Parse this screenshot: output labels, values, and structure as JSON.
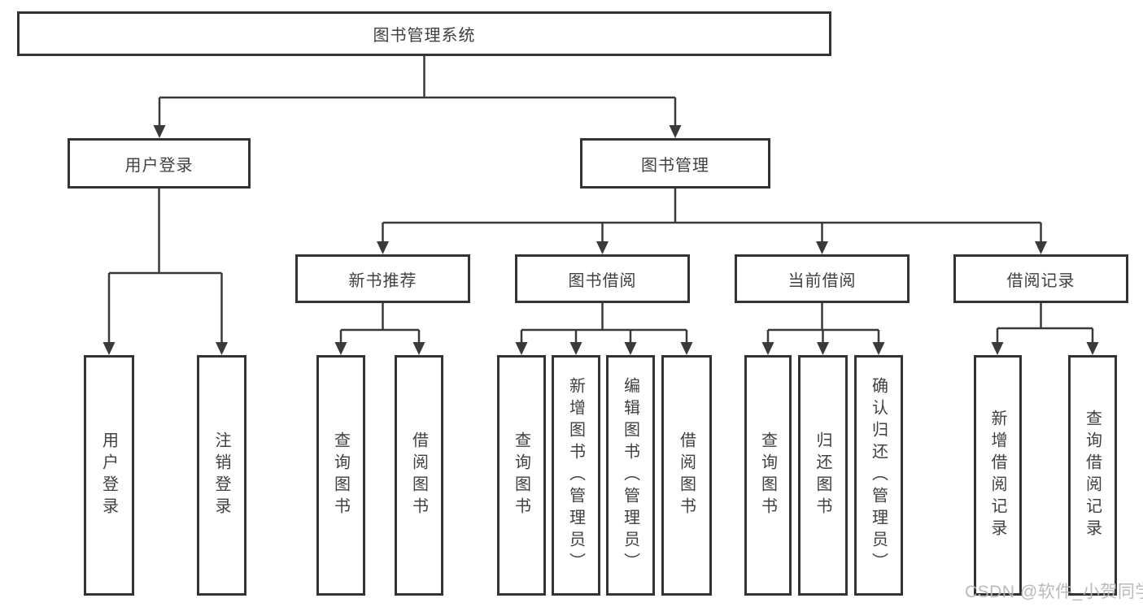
{
  "diagram_title": "图书管理系统",
  "tree": {
    "root": {
      "label": "图书管理系统"
    },
    "branches": [
      {
        "label": "用户登录",
        "children": [
          {
            "label": "用户登录"
          },
          {
            "label": "注销登录"
          }
        ]
      },
      {
        "label": "图书管理",
        "children": [
          {
            "label": "新书推荐",
            "children": [
              {
                "label": "查询图书"
              },
              {
                "label": "借阅图书"
              }
            ]
          },
          {
            "label": "图书借阅",
            "children": [
              {
                "label": "查询图书"
              },
              {
                "label": "新增图书（管理员）"
              },
              {
                "label": "编辑图书（管理员）"
              },
              {
                "label": "借阅图书"
              }
            ]
          },
          {
            "label": "当前借阅",
            "children": [
              {
                "label": "查询图书"
              },
              {
                "label": "归还图书"
              },
              {
                "label": "确认归还（管理员）"
              }
            ]
          },
          {
            "label": "借阅记录",
            "children": [
              {
                "label": "新增借阅记录"
              },
              {
                "label": "查询借阅记录"
              }
            ]
          }
        ]
      }
    ]
  },
  "watermark": "CSDN @软件_小贺同学",
  "colors": {
    "background": "#ffffff",
    "box_border": "#333333",
    "connector": "#3a3a3a",
    "text": "#404040",
    "watermark": "#b6b6b6"
  }
}
